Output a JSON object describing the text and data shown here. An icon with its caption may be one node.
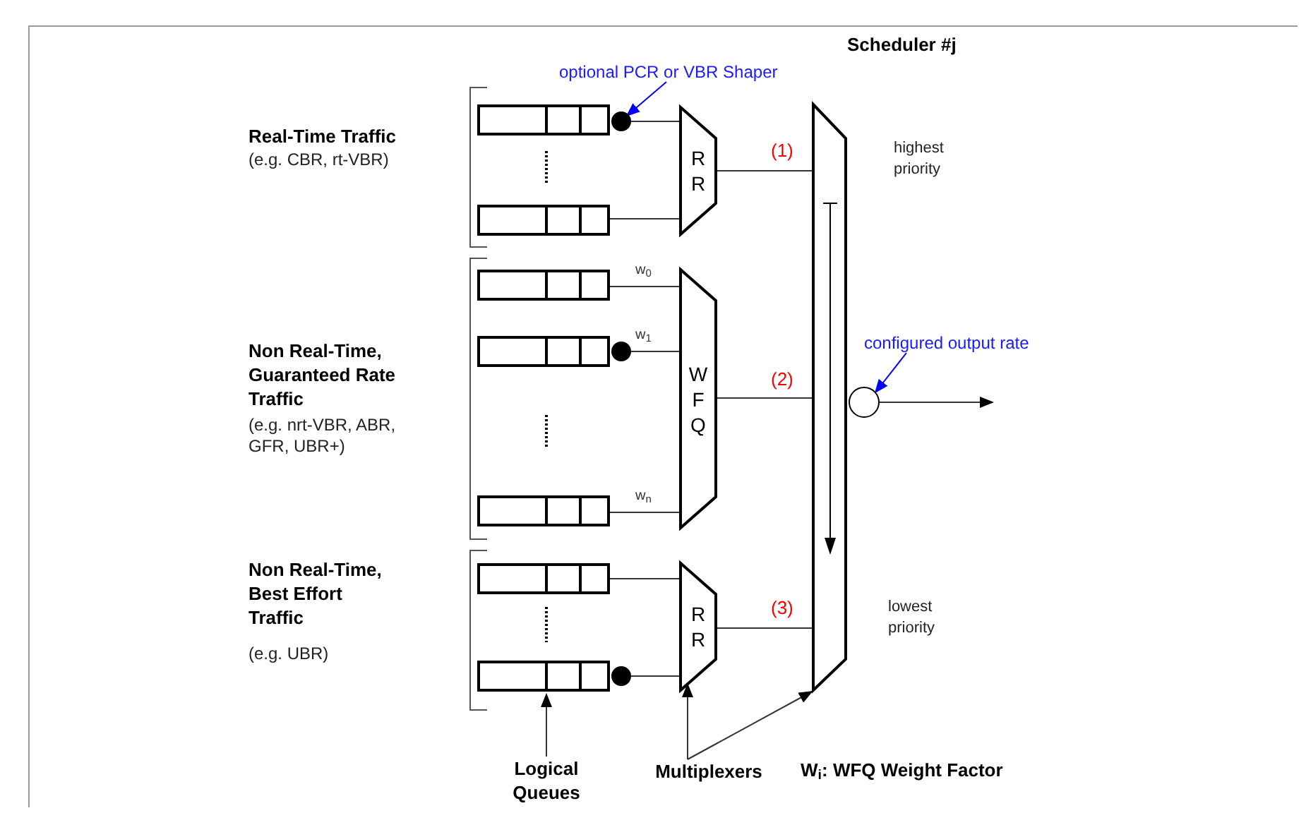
{
  "diagram": {
    "nodes": [
      {
        "text": [],
        "shape": "box"
      },
      {
        "text": [],
        "shape": "box"
      },
      {
        "text": [],
        "shape": "box"
      },
      {
        "text": [],
        "shape": "box"
      },
      {
        "text": [],
        "shape": "box"
      },
      {
        "text": [],
        "shape": "box"
      },
      {
        "text": [],
        "shape": "box"
      },
      {
        "text": [
          "R R"
        ]
      },
      {
        "text": [
          "W F Q"
        ]
      },
      {
        "text": [
          "R R"
        ]
      },
      {
        "text": [],
        "shape": "trapezoid"
      },
      {
        "text": [],
        "shape": "circle"
      },
      {
        "text": [],
        "shape": "circle"
      },
      {
        "text": [],
        "shape": "circle"
      },
      {
        "text": [],
        "shape": "circle"
      },
      {
        "text": [
          "optional PCR or VBR Shaper"
        ]
      },
      {
        "text": [
          "configured output rate"
        ]
      },
      {
        "text": [
          "Logical Queues"
        ]
      },
      {
        "text": [
          "Multiplexers"
        ]
      }
    ],
    "edges": [
      {
        "from": 12,
        "to": 7,
        "arrow": "none"
      },
      {
        "from": 1,
        "to": 7,
        "arrow": "none"
      },
      {
        "from": 2,
        "to": 8,
        "arrow": "none",
        "label": "w$_{0}$"
      },
      {
        "from": 13,
        "to": 8,
        "arrow": "none",
        "label": "w$_{1}$"
      },
      {
        "from": 4,
        "to": 8,
        "arrow": "none",
        "label": "w$_{n}$"
      },
      {
        "from": 5,
        "to": 9,
        "arrow": "none"
      },
      {
        "from": 14,
        "to": 9,
        "arrow": "none"
      },
      {
        "from": 7,
        "to": 10,
        "arrow": "none",
        "label": "(1)"
      },
      {
        "from": 8,
        "to": 10,
        "arrow": "none",
        "label": "(2)"
      },
      {
        "from": 9,
        "to": 10,
        "arrow": "none",
        "label": "(3)"
      },
      {
        "from": 11,
        "to": null,
        "arrow": "to"
      },
      {
        "from": 15,
        "to": 12,
        "arrow": "to",
        "color": "#0000ff"
      },
      {
        "from": 16,
        "to": 11,
        "arrow": "to",
        "color": "#0000ff"
      },
      {
        "from": 17,
        "to": 6,
        "arrow": "to"
      },
      {
        "from": 18,
        "to": 9,
        "arrow": "to"
      },
      {
        "from": 18,
        "to": 10,
        "arrow": "to"
      }
    ],
    "labels": [
      "Real-Time Traffic",
      "(e.g. CBR, rt-VBR)",
      "Non Real-Time, Guaranteed Rate Traffic",
      "(e.g. nrt-VBR, ABR, GFR, UBR+)",
      "Non Real-Time, Best Effort Traffic",
      "(e.g. UBR)",
      "Scheduler #j",
      "highest priority",
      "lowest priority",
      "W$_{i}$: WFQ Weight Factor"
    ]
  }
}
